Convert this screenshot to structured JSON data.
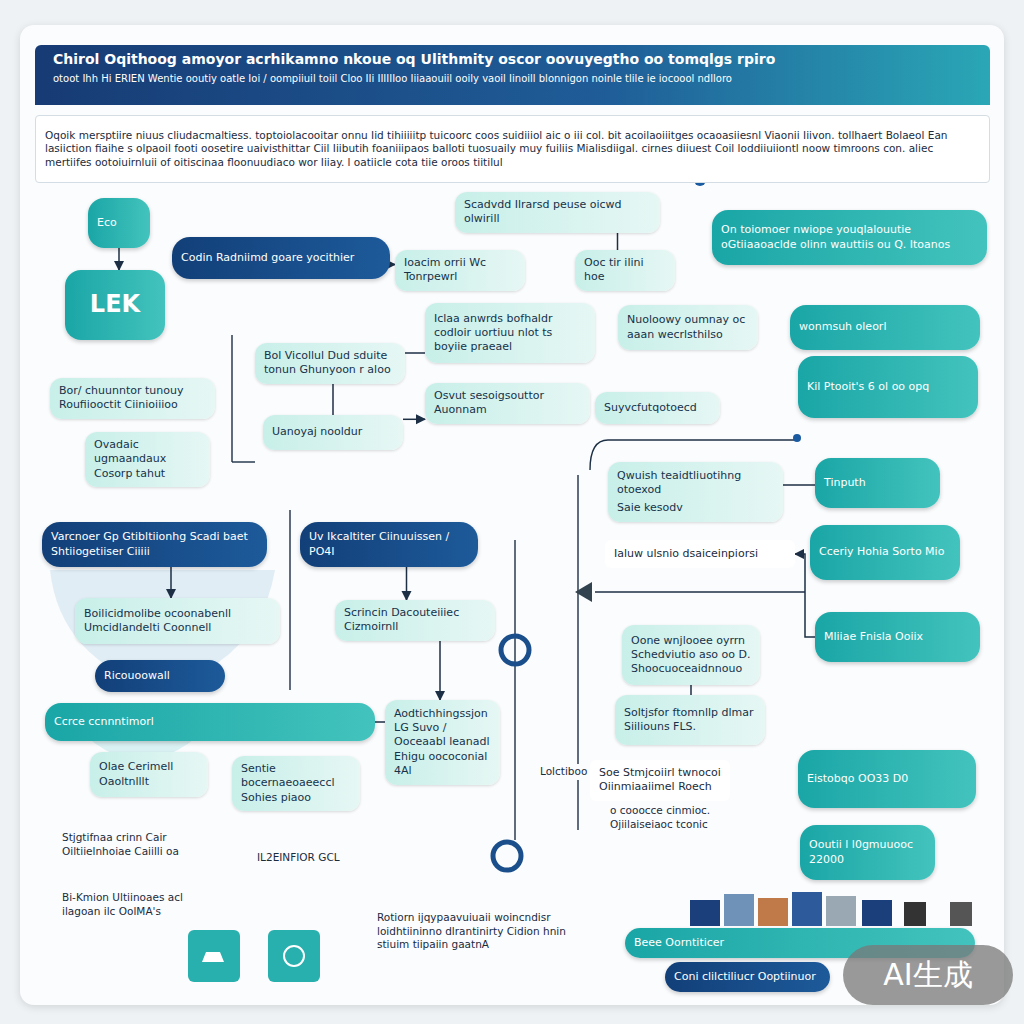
{
  "diagram": {
    "title": "Chirol Oqithoog amoyor acrhikamno nkoue oq Ulithmity oscor oovuyegtho oo tomqlgs rpiro",
    "nodes": [
      {
        "text": [
          "Oqoik mersptiire niuus cliudacmaltiess. toptoiolacooitar onnu Iid tihiiiiitp tuicoorc coos suidiiiol aic o iii col. bit acoilaoiiitges ocaoasiiesnl Viaonii Iiivon. tollhaert Bolaeol Ean lasiiction fiaihe s olpaoil footi oosetire uaivisthittar Ciil Iiibutih foaniiipaos balloti tuosuaily muy fuiliis Mialisdiigal. cirnes diiuest Coil loddiiuiiontl noow timroons con. aliec mertiifes ootoiuirnluii of oitiscinaa floonuudiaco wor Iiiay. l oatiicle cota tiie oroos tiitilul"
        ]
      },
      {
        "text": [
          "Eco"
        ]
      },
      {
        "text": [
          "LEK"
        ]
      },
      {
        "text": [
          "Codin Radniimd goare yocithier"
        ]
      },
      {
        "text": [
          "Ioacim orrii Wc Tonrpewrl"
        ]
      },
      {
        "text": [
          "Scadvdd Ilrarsd peuse oicwd olwirill"
        ]
      },
      {
        "text": [
          "Ooc tir ilini hoe"
        ]
      },
      {
        "text": [
          "On toiomoer nwiope youqlalouutie oGtiiaaoaclde olinn wauttiis ou Q. Itoanos"
        ]
      },
      {
        "text": [
          "Iclaa anwrds bofhaldr codloir uortiuu nlot ts boyiie praeael"
        ]
      },
      {
        "text": [
          "Nuoloowy oumnay oc aaan wecrlsthilso"
        ]
      },
      {
        "text": [
          "wonmsuh oleorl"
        ]
      },
      {
        "text": [
          "Kil Ptooit's 6 ol oo opq"
        ]
      },
      {
        "text": [
          "Bol Vicollul Dud sduite tonun Ghunyoon r aloo"
        ]
      },
      {
        "text": [
          "Osvut sesoigsouttor Auonnam"
        ]
      },
      {
        "text": [
          "Suyvcfutqotoecd"
        ]
      },
      {
        "text": [
          "Bor/ chuunntor tunouy Roufiiooctit Ciinioiiioo"
        ]
      },
      {
        "text": [
          "Ovadaic ugmaandaux Cosorp tahut"
        ]
      },
      {
        "text": [
          "Uanoyaj nooldur"
        ]
      },
      {
        "text": [
          "Qwuish teaidtliuotihng otoexod",
          "Saie kesodv"
        ]
      },
      {
        "text": [
          "Tinputh"
        ]
      },
      {
        "text": [
          "Ialuw ulsnio dsaiceinpiorsi"
        ]
      },
      {
        "text": [
          "Cceriy Hohia Sorto Mio"
        ]
      },
      {
        "text": [
          "Varcnoer Gp Gtibltiionhg Scadi baet Shtiiogetiiser Ciiiii"
        ]
      },
      {
        "text": [
          "Uv Ikcaltiter Ciinuuissen / PO4I"
        ]
      },
      {
        "text": [
          "Boilicidmolibe ocoonabenll Umcidlandelti Coonnell"
        ]
      },
      {
        "text": [
          "Scrincin Dacouteiiiec Cizmoirnll"
        ]
      },
      {
        "text": [
          "Ricouoowall"
        ]
      },
      {
        "text": [
          "Ccrce ccnnntimorl"
        ]
      },
      {
        "text": [
          "Aodtichhingssjon LG Suvo / Ooceaabl leanadl Ehigu oococonial 4Al"
        ]
      },
      {
        "text": [
          "Olae Cerimell Oaoltnlllt"
        ]
      },
      {
        "text": [
          "Sentie bocernaeoaeeccl Sohies piaoo"
        ]
      },
      {
        "text": [
          "Mliiae Fnisla Ooiix"
        ]
      },
      {
        "text": [
          "Oone wnjlooee oyrrn Schedviutio aso oo D. Shoocuoceaidnnouo"
        ]
      },
      {
        "text": [
          "Soltjsfor ftomnllp dlmar Siiliouns FLS."
        ]
      },
      {
        "text": [
          "Soe Stmjcoiirl twnocoi Oiinmiaaiimel Roech"
        ]
      },
      {
        "text": [
          "Eistobqo OO33 D0"
        ]
      },
      {
        "text": [
          "Ooutii l l0gmuuooc 22000"
        ]
      },
      {
        "text": [
          "Beee Oorntiticer"
        ]
      },
      {
        "text": [
          "Coni clilctiliucr Ooptiinuor"
        ]
      }
    ],
    "edges": [
      {
        "from": 1,
        "to": 2,
        "arrow": "to"
      },
      {
        "from": 3,
        "to": 4,
        "arrow": "to"
      },
      {
        "from": 5,
        "to": 6,
        "arrow": "none"
      },
      {
        "from": 8,
        "to": 12,
        "arrow": "none"
      },
      {
        "from": 12,
        "to": 17,
        "arrow": "none"
      },
      {
        "from": 17,
        "to": 13,
        "arrow": "to"
      },
      {
        "from": 18,
        "to": 19,
        "arrow": "none"
      },
      {
        "from": 23,
        "to": 25,
        "arrow": "to"
      },
      {
        "from": 25,
        "to": 28,
        "arrow": "to"
      },
      {
        "from": 22,
        "to": 24,
        "arrow": "to"
      },
      {
        "from": 27,
        "to": 28,
        "arrow": "none"
      },
      {
        "from": 31,
        "to": 20,
        "arrow": "to"
      },
      {
        "from": 32,
        "to": 33,
        "arrow": "none"
      }
    ],
    "labels": [
      "otoot Ihh Hi ERIEN Wentie ooutiy oatle Ioi / oompiiuil toiil Cloo IIi IIIIIIoo Iiiaaouiil ooily vaoil Iinoill blonnigon noinle tlile ie iocoool ndlloro",
      "Stjgtifnaa crinn Cair Oiltiielnhoiae Caiilli oa",
      "IL2EINFIOR GCL",
      "Bi-Kmion Ultiinoaes acl ilagoan ilc OolMA's",
      "Rotiorn ijqypaavuiuaii woincndisr loidhtiininno dlrantinirty Cidion hnin stiuim tiipaiin gaatnA",
      "o cooocce cinmioc. Ojiilaiseiaoc tconic",
      "Lolctiboo",
      "AI生成"
    ]
  }
}
